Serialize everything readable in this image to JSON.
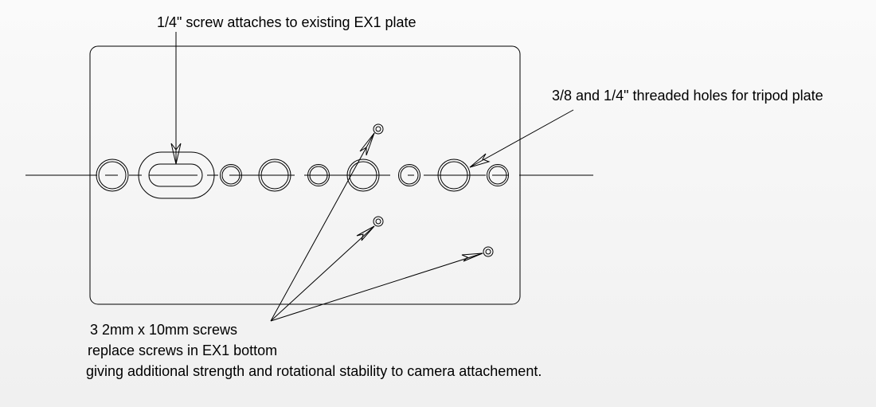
{
  "annotations": {
    "top": "1/4\" screw attaches to existing EX1 plate",
    "right": "3/8 and 1/4\" threaded holes for tripod plate",
    "bottom_line1": "3 2mm x 10mm screws",
    "bottom_line2": "replace screws in EX1 bottom",
    "bottom_line3": "giving additional strength and rotational stability to camera attachement."
  }
}
